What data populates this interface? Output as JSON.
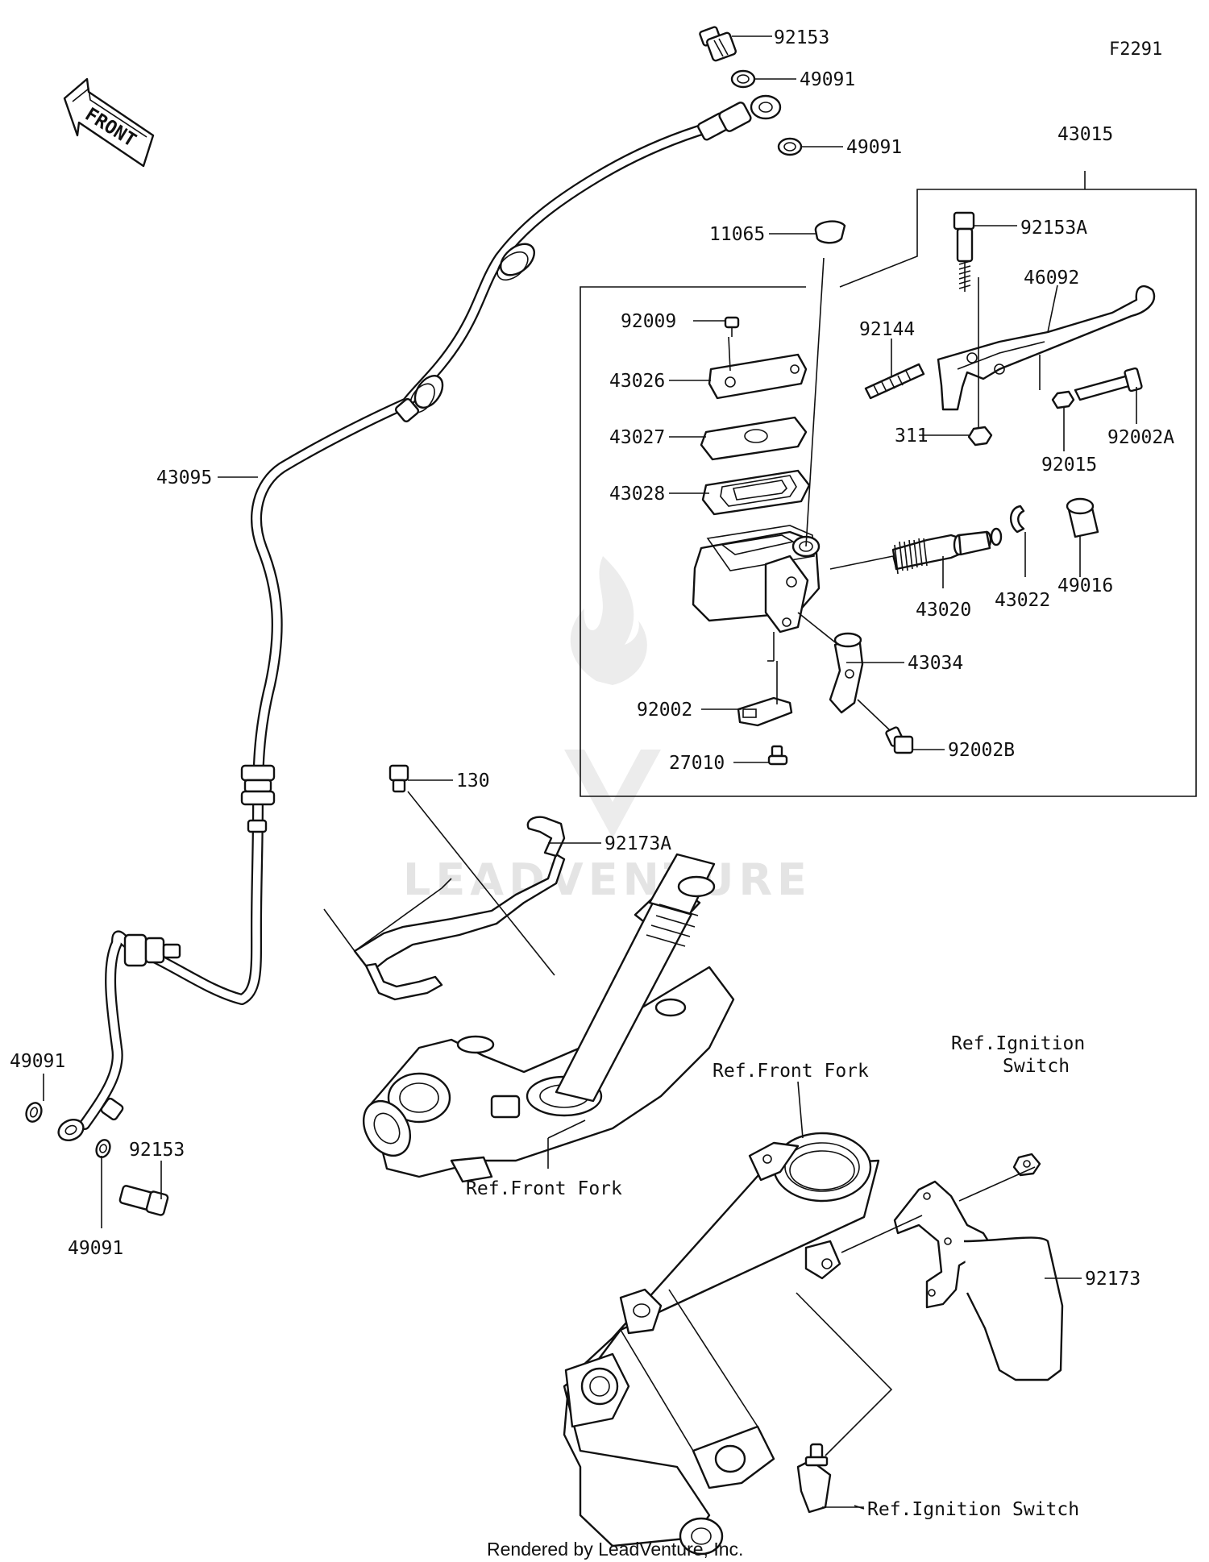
{
  "diagram": {
    "code": "F2291",
    "front_label": "FRONT",
    "footer": "Rendered by LeadVenture, Inc.",
    "watermark": "LEADVENTURE",
    "colors": {
      "ink": "#111111",
      "background": "#ffffff",
      "watermark": "#e4e4e4"
    },
    "callouts": {
      "p92153_top": "92153",
      "p49091_a": "49091",
      "p49091_b": "49091",
      "p43015": "43015",
      "p92153A": "92153A",
      "p11065": "11065",
      "p46092": "46092",
      "p92009": "92009",
      "p92144": "92144",
      "p43026": "43026",
      "p43027": "43027",
      "p311": "311",
      "p92002A": "92002A",
      "p43095": "43095",
      "p92015": "92015",
      "p43028": "43028",
      "p43020": "43020",
      "p43022": "43022",
      "p49016": "49016",
      "p43034": "43034",
      "p92002": "92002",
      "p92002B": "92002B",
      "p27010": "27010",
      "p130": "130",
      "p92173A": "92173A",
      "p49091_c": "49091",
      "p92153_low": "92153",
      "p49091_d": "49091",
      "ref_front_fork_1": "Ref.Front Fork",
      "ref_front_fork_2": "Ref.Front Fork",
      "ref_ignition_1": "Ref.Ignition",
      "ref_ignition_1b": "Switch",
      "p92173": "92173",
      "ref_ignition_2": "Ref.Ignition Switch"
    }
  }
}
